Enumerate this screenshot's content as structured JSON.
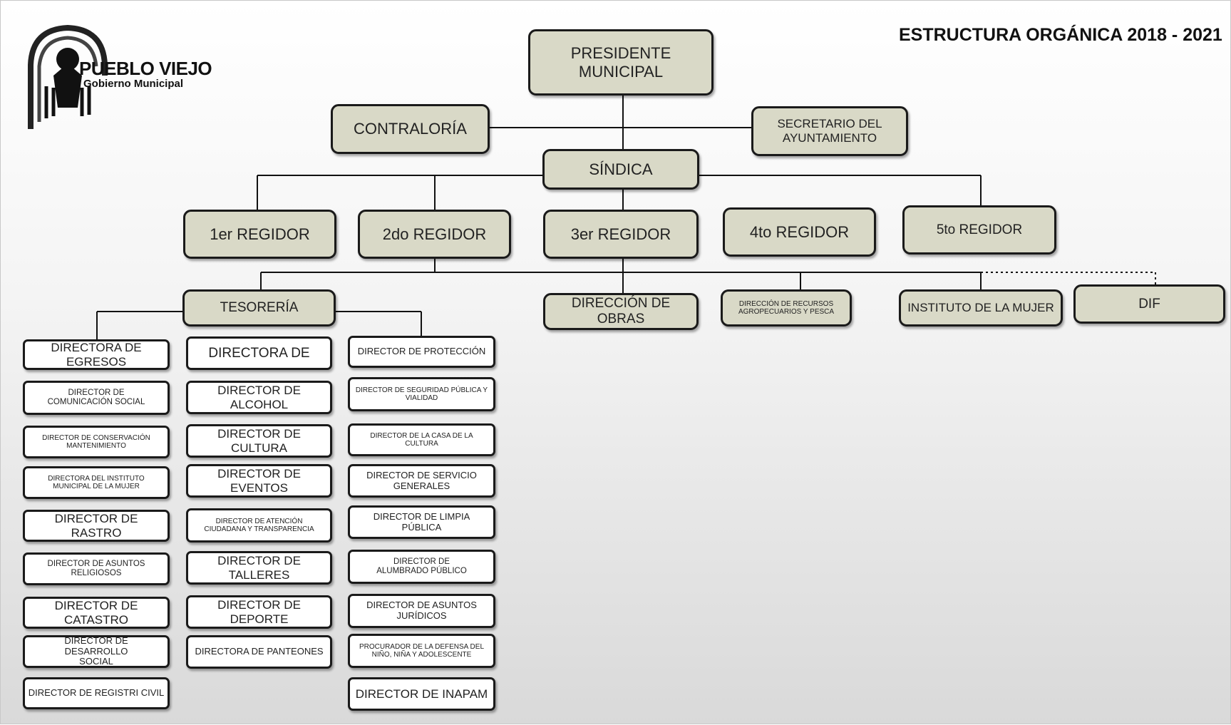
{
  "title": "ESTRUCTURA ORGÁNICA 2018 - 2021",
  "logo": {
    "name": "PUEBLO VIEJO",
    "subtitle": "Gobierno Municipal"
  },
  "top": {
    "presidente": "PRESIDENTE MUNICIPAL",
    "contraloria": "CONTRALORÍA",
    "secretario": "SECRETARIO DEL AYUNTAMIENTO",
    "sindica": "SÍNDICA"
  },
  "regidores": [
    "1er REGIDOR",
    "2do REGIDOR",
    "3er REGIDOR",
    "4to REGIDOR",
    "5to REGIDOR"
  ],
  "level3": {
    "tesoreria": "TESORERÍA",
    "obras": "DIRECCIÓN DE OBRAS",
    "recursos": "DIRECCIÓN DE RECURSOS AGROPECUARIOS Y PESCA",
    "mujer": "INSTITUTO DE LA MUJER",
    "dif": "DIF"
  },
  "col1": [
    "DIRECTORA DE EGRESOS",
    "DIRECTOR DE COMUNICACIÓN SOCIAL",
    "DIRECTOR DE CONSERVACIÓN MANTENIMIENTO",
    "DIRECTORA DEL INSTITUTO MUNICIPAL DE LA MUJER",
    "DIRECTOR DE RASTRO",
    "DIRECTOR DE ASUNTOS RELIGIOSOS",
    "DIRECTOR DE CATASTRO",
    "DIRECTOR DE DESARROLLO SOCIAL",
    "DIRECTOR DE REGISTRI CIVIL"
  ],
  "col2": [
    "DIRECTORA DE",
    "DIRECTOR DE ALCOHOL",
    "DIRECTOR DE CULTURA",
    "DIRECTOR DE EVENTOS",
    "DIRECTOR DE ATENCIÓN CIUDADANA Y TRANSPARENCIA",
    "DIRECTOR DE TALLERES",
    "DIRECTOR DE DEPORTE",
    "DIRECTORA DE PANTEONES"
  ],
  "col3": [
    "DIRECTOR DE PROTECCIÓN",
    "DIRECTOR DE SEGURIDAD PÚBLICA Y VIALIDAD",
    "DIRECTOR DE LA CASA DE LA CULTURA",
    "DIRECTOR DE SERVICIO GENERALES",
    "DIRECTOR DE LIMPIA PÚBLICA",
    "DIRECTOR DE ALUMBRADO PÚBLICO",
    "DIRECTOR DE ASUNTOS JURÍDICOS",
    "PROCURADOR DE LA DEFENSA DEL NIÑO, NIÑA Y ADOLESCENTE",
    "DIRECTOR DE INAPAM"
  ]
}
